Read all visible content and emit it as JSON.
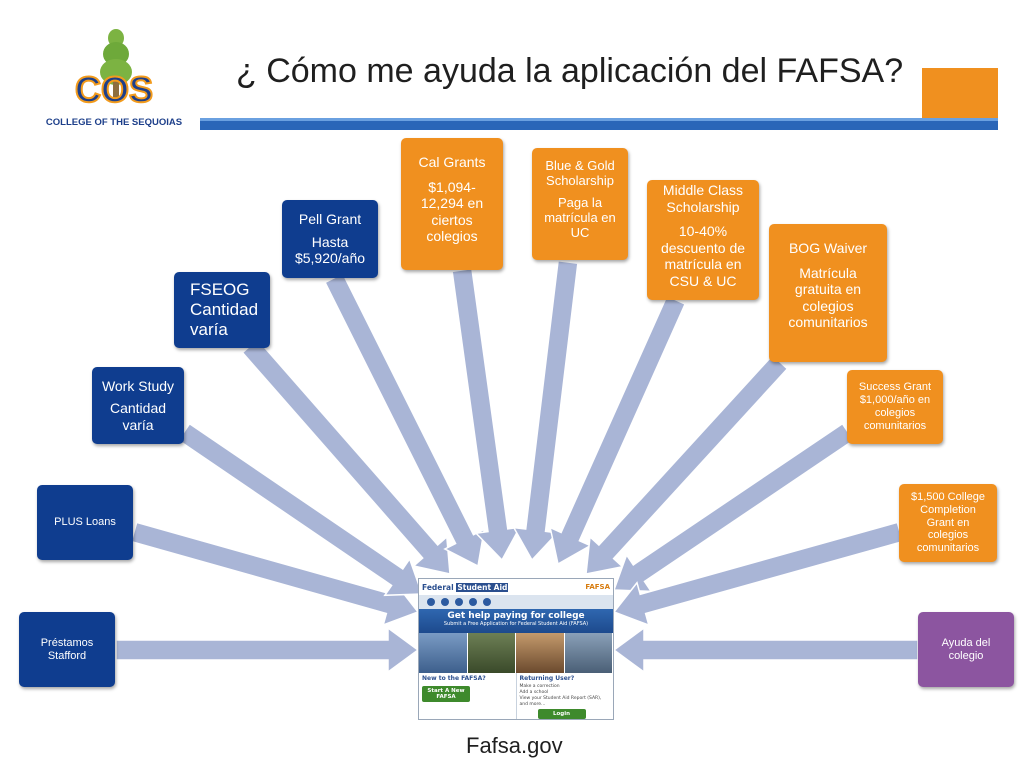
{
  "title": "¿ Cómo me ayuda la aplicación del FAFSA?",
  "logo": {
    "text": "COS",
    "subtitle": "COLLEGE OF THE SEQUOIAS"
  },
  "caption": "Fafsa.gov",
  "colors": {
    "blue_box": "#0f3d8f",
    "orange_box": "#f0901f",
    "purple_box": "#8c55a0",
    "arrow": "#a9b5d6",
    "header_orange": "#f0901f",
    "header_blue": "#2a66b8"
  },
  "boxes": [
    {
      "id": "stafford",
      "lines": [
        "Préstamos",
        "Stafford"
      ],
      "color": "blue"
    },
    {
      "id": "plus",
      "lines": [
        "PLUS Loans"
      ],
      "color": "blue"
    },
    {
      "id": "work-study",
      "lines": [
        "Work Study",
        "Cantidad",
        "varía"
      ],
      "color": "blue"
    },
    {
      "id": "fseog",
      "lines": [
        "FSEOG",
        "Cantidad",
        "varía"
      ],
      "color": "blue"
    },
    {
      "id": "pell",
      "lines": [
        "Pell Grant",
        "Hasta",
        "$5,920/año"
      ],
      "color": "blue"
    },
    {
      "id": "cal-grants",
      "lines": [
        "Cal Grants",
        "$1,094-",
        "12,294 en",
        "ciertos",
        "colegios"
      ],
      "color": "orange"
    },
    {
      "id": "blue-gold",
      "lines": [
        "Blue & Gold",
        "Scholarship",
        "Paga la",
        "matrícula en",
        "UC"
      ],
      "color": "orange"
    },
    {
      "id": "middle-class",
      "lines": [
        "Middle Class",
        "Scholarship",
        "10-40%",
        "descuento de",
        "matrícula en",
        "CSU & UC"
      ],
      "color": "orange"
    },
    {
      "id": "bog",
      "lines": [
        "BOG Waiver",
        "Matrícula",
        "gratuita en",
        "colegios",
        "comunitarios"
      ],
      "color": "orange"
    },
    {
      "id": "success",
      "lines": [
        "Success Grant",
        "$1,000/año en",
        "colegios",
        "comunitarios"
      ],
      "color": "orange"
    },
    {
      "id": "completion",
      "lines": [
        "$1,500 College",
        "Completion",
        "Grant en",
        "colegios",
        "comunitarios"
      ],
      "color": "orange"
    },
    {
      "id": "ayuda",
      "lines": [
        "Ayuda del",
        "colegio"
      ],
      "color": "purple"
    }
  ],
  "website": {
    "brand_a": "Federal",
    "brand_b": "Student Aid",
    "tag": "FAFSA",
    "headline": "Get help paying for college",
    "subline": "Submit a Free Application for Federal Student Aid (FAFSA)",
    "new_label": "New to the FAFSA?",
    "start_button": "Start A New FAFSA",
    "returning_label": "Returning User?",
    "returning_items": [
      "Make a correction",
      "Add a school",
      "View your Student Aid Report (SAR), and more..."
    ],
    "login_button": "Login"
  }
}
